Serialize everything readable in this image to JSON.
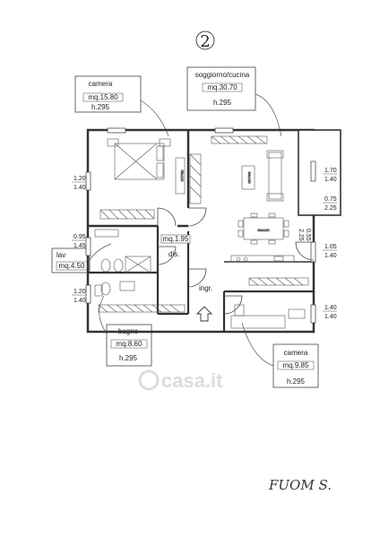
{
  "sheet": {
    "number": "2",
    "signature": "FUOM S."
  },
  "watermark": {
    "text": "casa.it"
  },
  "rooms": {
    "camera_1": {
      "name": "camera",
      "area": "mq.15.80",
      "height": "h.295"
    },
    "soggiorno": {
      "name": "soggiorno/cucina",
      "area": "mq.30.70",
      "height": "h.295"
    },
    "lav": {
      "name": "lav",
      "area": "mq.4.50"
    },
    "bagno": {
      "name": "bagno",
      "area": "mq.8.60",
      "height": "h.295"
    },
    "camera_2": {
      "name": "camera",
      "area": "mq.9.85",
      "height": "h.295"
    },
    "dis": {
      "name": "dis.",
      "area": "mq.1.95"
    },
    "ingr": {
      "name": "ingr."
    }
  },
  "dimensions": {
    "left": [
      {
        "top": "1.20",
        "bottom": "1.40"
      },
      {
        "top": "0.95",
        "bottom": "1.45"
      },
      {
        "top": "1.20",
        "bottom": "1.40"
      }
    ],
    "right": [
      {
        "top": "1.70",
        "bottom": "1.40"
      },
      {
        "top": "0.75",
        "bottom": "2.25"
      },
      {
        "top": "0.55",
        "bottom": "2.25"
      },
      {
        "top": "1.05",
        "bottom": "1.40"
      },
      {
        "top": "1.40",
        "bottom": "1.40"
      }
    ]
  },
  "furniture": {
    "table": "80x160",
    "sofa": "90x160",
    "wardrobe": "55x110"
  }
}
